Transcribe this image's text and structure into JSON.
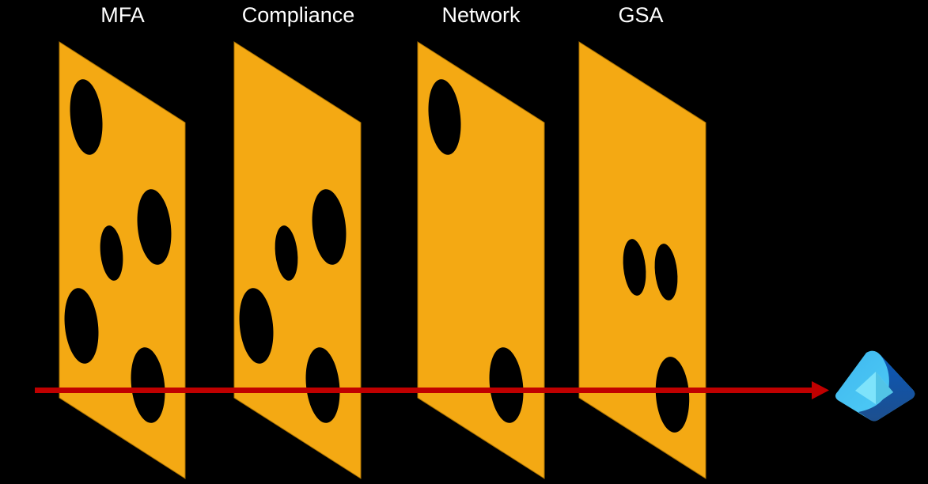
{
  "layers": [
    {
      "label": "MFA"
    },
    {
      "label": "Compliance"
    },
    {
      "label": "Network"
    },
    {
      "label": "GSA"
    }
  ],
  "colors": {
    "background": "#000000",
    "layer": "#F4A913",
    "arrow": "#C00000"
  },
  "target_icon": "entra-id-diamond-icon"
}
